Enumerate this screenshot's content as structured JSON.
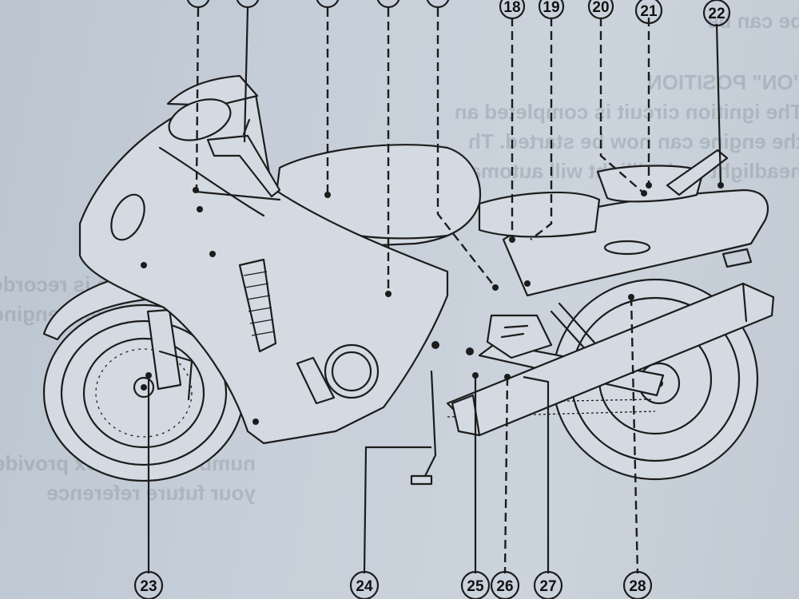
{
  "bleed_text_right": [
    "be can be",
    "\"ON\" POSITION",
    "The ignition circuit is completed an",
    "the engine can now be started. Th",
    "headlight and taillight will automati"
  ],
  "bleed_text_left": [
    "This motorcycle is recorded",
    "the main frame and engine",
    "number to the box provided for",
    "your future reference"
  ],
  "callouts_top": [
    {
      "number": "18"
    },
    {
      "number": "19"
    },
    {
      "number": "20"
    },
    {
      "number": "21"
    },
    {
      "number": "22"
    }
  ],
  "callouts_bottom": [
    {
      "number": "23"
    },
    {
      "number": "24"
    },
    {
      "number": "25"
    },
    {
      "number": "26"
    },
    {
      "number": "27"
    },
    {
      "number": "28"
    }
  ]
}
